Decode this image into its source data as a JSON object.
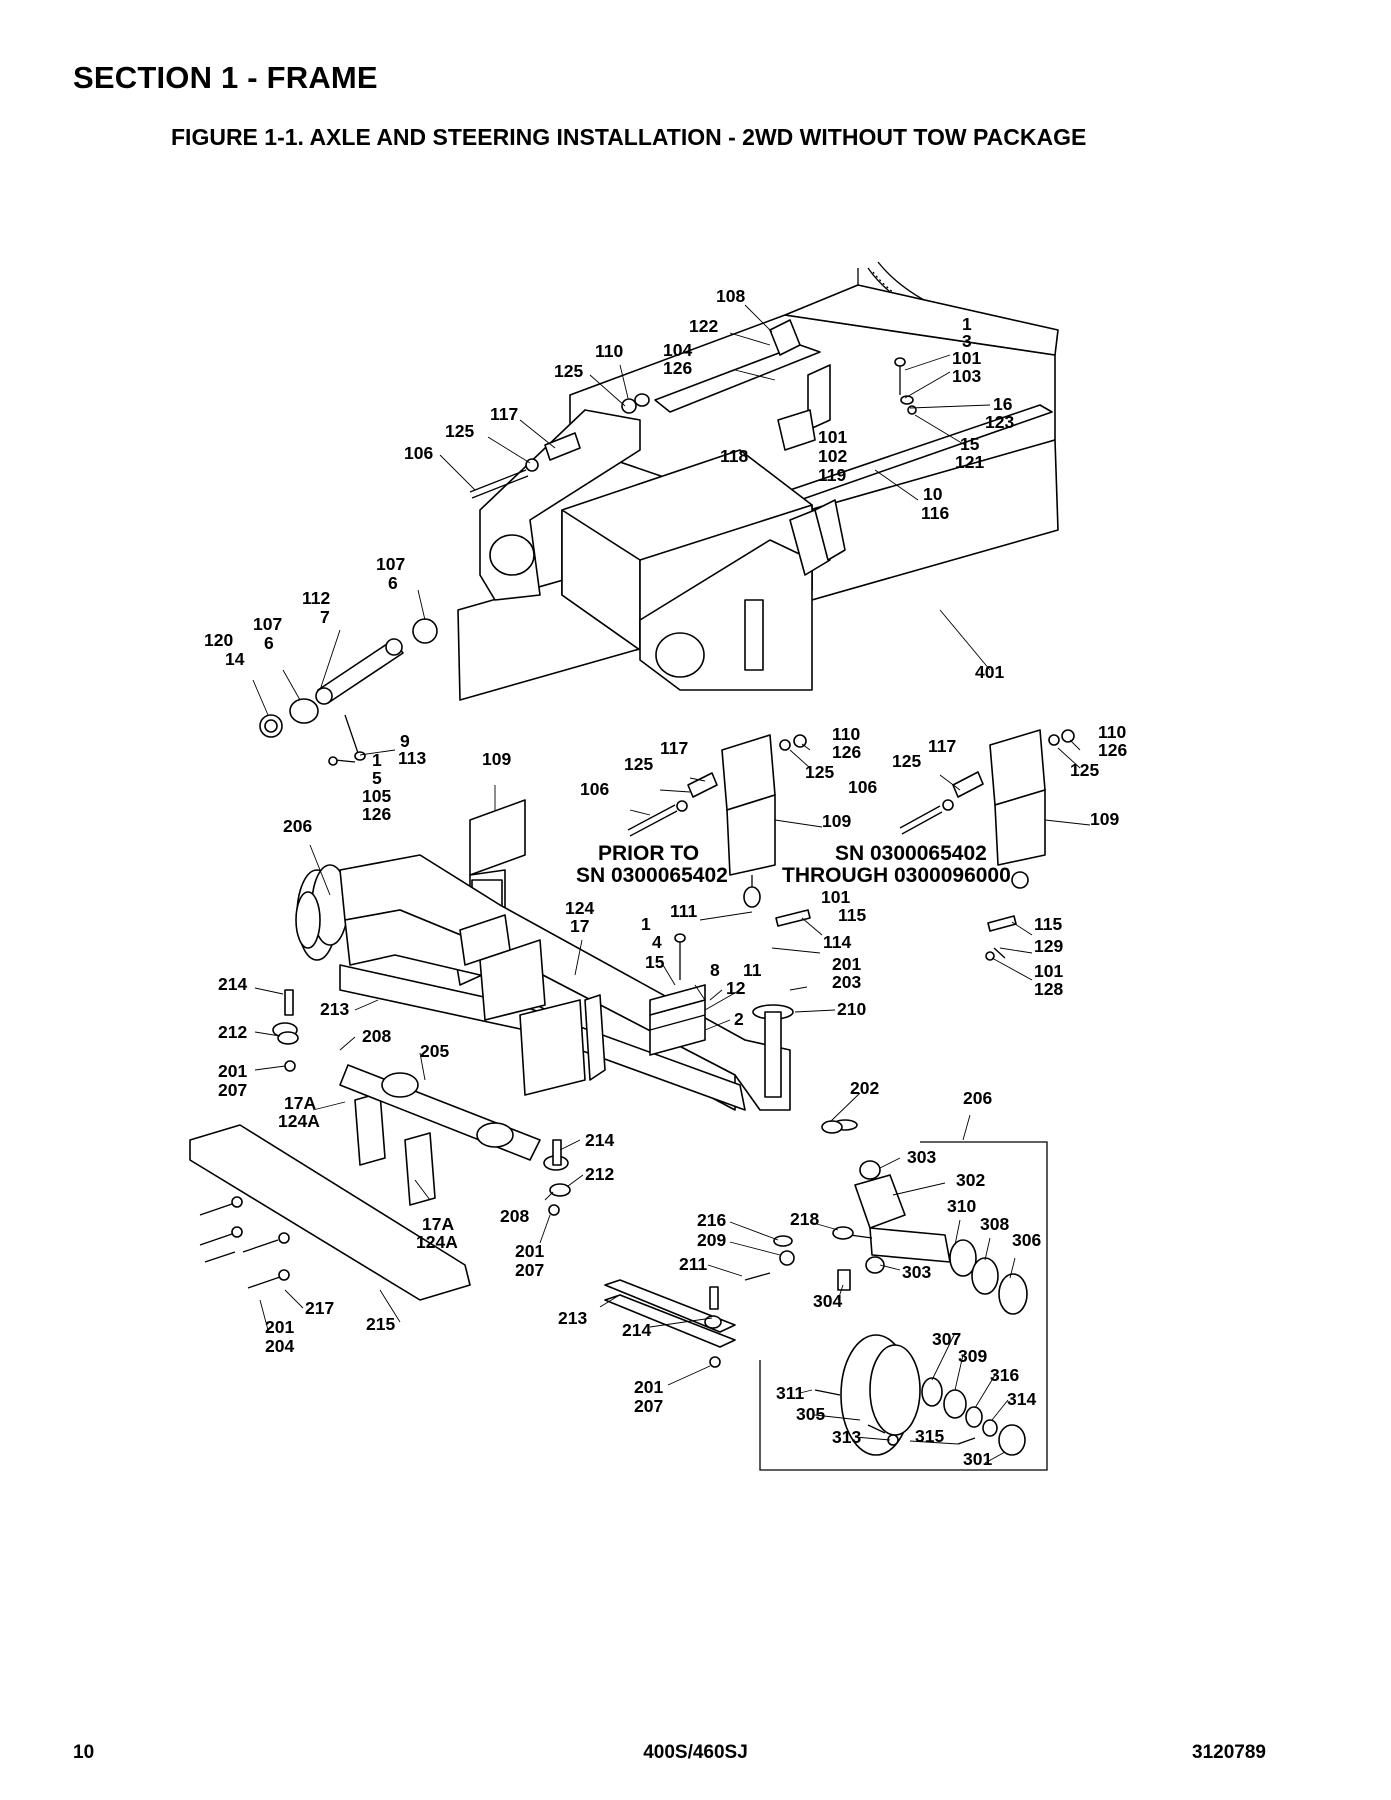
{
  "header": {
    "section_title": "SECTION 1 - FRAME",
    "figure_title": "FIGURE 1-1. AXLE AND STEERING INSTALLATION - 2WD WITHOUT TOW PACKAGE"
  },
  "figure": {
    "serial_notes": {
      "prior_to_1": "PRIOR TO",
      "prior_to_2": "SN 0300065402",
      "range_1": "SN 0300065402",
      "range_2": "THROUGH 0300096000"
    },
    "callouts": [
      "108",
      "122",
      "104",
      "126",
      "110",
      "125",
      "1",
      "3",
      "101",
      "103",
      "16",
      "123",
      "117",
      "125",
      "106",
      "118",
      "101",
      "102",
      "119",
      "15",
      "121",
      "10",
      "116",
      "107",
      "6",
      "112",
      "7",
      "107",
      "6",
      "120",
      "14",
      "401",
      "9",
      "113",
      "1",
      "5",
      "105",
      "126",
      "109",
      "206",
      "117",
      "125",
      "110",
      "126",
      "125",
      "106",
      "109",
      "117",
      "125",
      "110",
      "126",
      "125",
      "106",
      "109",
      "124",
      "17",
      "111",
      "101",
      "115",
      "114",
      "115",
      "129",
      "101",
      "128",
      "1",
      "4",
      "15",
      "8",
      "11",
      "12",
      "2",
      "201",
      "203",
      "210",
      "214",
      "213",
      "212",
      "208",
      "205",
      "201",
      "207",
      "17A",
      "124A",
      "214",
      "212",
      "202",
      "206",
      "303",
      "302",
      "310",
      "308",
      "306",
      "208",
      "201",
      "207",
      "17A",
      "124A",
      "216",
      "209",
      "218",
      "211",
      "303",
      "304",
      "213",
      "214",
      "217",
      "201",
      "204",
      "215",
      "201",
      "207",
      "307",
      "309",
      "316",
      "314",
      "311",
      "305",
      "313",
      "315",
      "301"
    ]
  },
  "footer": {
    "page_number": "10",
    "model": "400S/460SJ",
    "doc_number": "3120789"
  }
}
